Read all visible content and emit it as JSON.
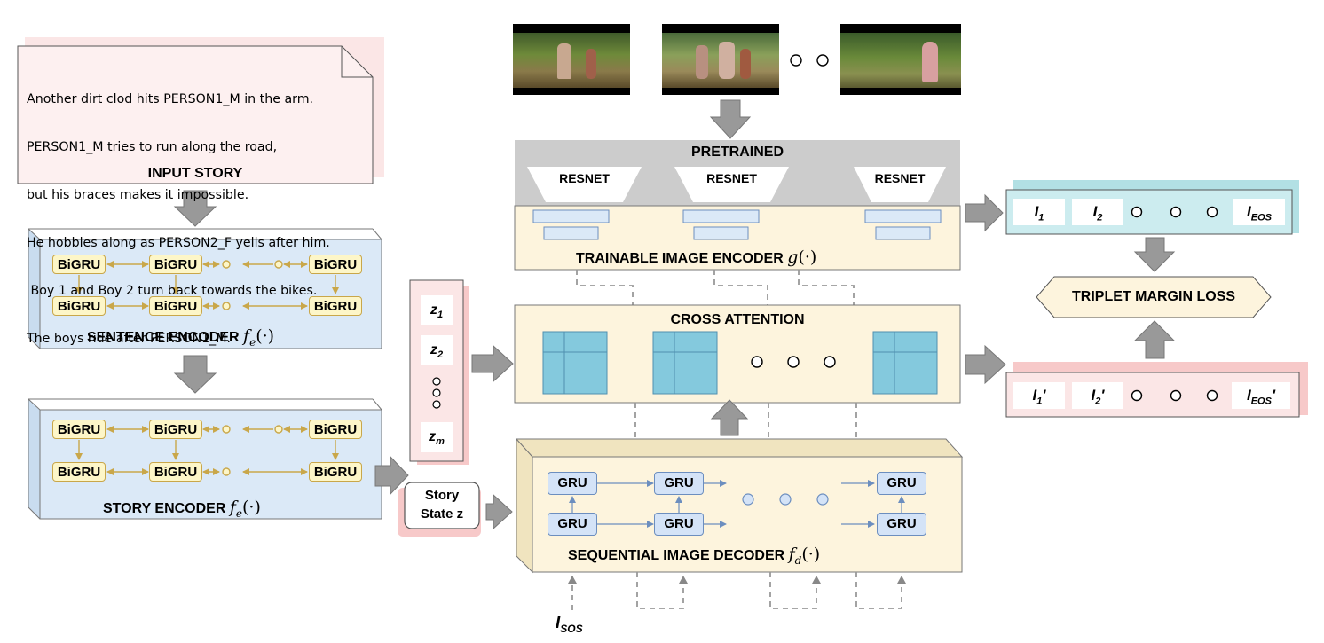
{
  "input_story": {
    "lines": [
      "Another dirt clod hits PERSON1_M in the arm.",
      "PERSON1_M tries to run along the road,",
      "but his braces makes it impossible.",
      "He hobbles along as PERSON2_F yells after him.",
      " Boy 1 and Boy 2 turn back towards the bikes.",
      "The boys ride after PERSON1_M."
    ],
    "label": "INPUT STORY"
  },
  "sentence_encoder": {
    "unit_label": "BiGRU",
    "label": "SENTENCE ENCODER",
    "fn": "f",
    "fn_sub": "e",
    "fn_arg": "(·)"
  },
  "story_encoder": {
    "unit_label": "BiGRU",
    "label": "STORY ENCODER",
    "fn": "f",
    "fn_sub": "e",
    "fn_arg": "(·)"
  },
  "story_state": {
    "z1": "z",
    "z1_sub": "1",
    "z2": "z",
    "z2_sub": "2",
    "zm": "z",
    "zm_sub": "m",
    "label_line1": "Story",
    "label_line2": "State z"
  },
  "pretrained": {
    "label": "PRETRAINED",
    "resnet_label": "RESNET"
  },
  "image_encoder": {
    "label": "TRAINABLE IMAGE ENCODER",
    "fn": "g",
    "fn_arg": "(·)"
  },
  "cross_attention": {
    "label": "CROSS ATTENTION"
  },
  "decoder": {
    "unit_label": "GRU",
    "label": "SEQUENTIAL IMAGE DECODER",
    "fn": "f",
    "fn_sub": "d",
    "fn_arg": "(·)",
    "sos": "I",
    "sos_sub": "SOS"
  },
  "outputs_top": {
    "i1": "I",
    "i1_sub": "1",
    "i2": "I",
    "i2_sub": "2",
    "ieos": "I",
    "ieos_sub": "EOS"
  },
  "outputs_bottom": {
    "i1": "I",
    "i1_sub": "1",
    "i1_prime": "'",
    "i2": "I",
    "i2_sub": "2",
    "i2_prime": "'",
    "ieos": "I",
    "ieos_sub": "EOS",
    "ieos_prime": "'"
  },
  "loss": {
    "label": "TRIPLET MARGIN LOSS"
  },
  "colors": {
    "story_bg": "#fbe6e6",
    "encoder_bg": "#dbe9f7",
    "panel_bg": "#fdf4dd",
    "pretrained_bg": "#cccccc",
    "attention_cell": "#84c9dd",
    "teal_output": "#b2e0e4",
    "pink_output": "#f7c9c9",
    "arrow_gray": "#999999",
    "bigru_fill": "#fdf6c8",
    "gru_fill": "#d4e3f7"
  },
  "icons": [
    "thick-gray-arrow",
    "ellipsis-circles",
    "resnet-trapezoid",
    "video-frame"
  ]
}
